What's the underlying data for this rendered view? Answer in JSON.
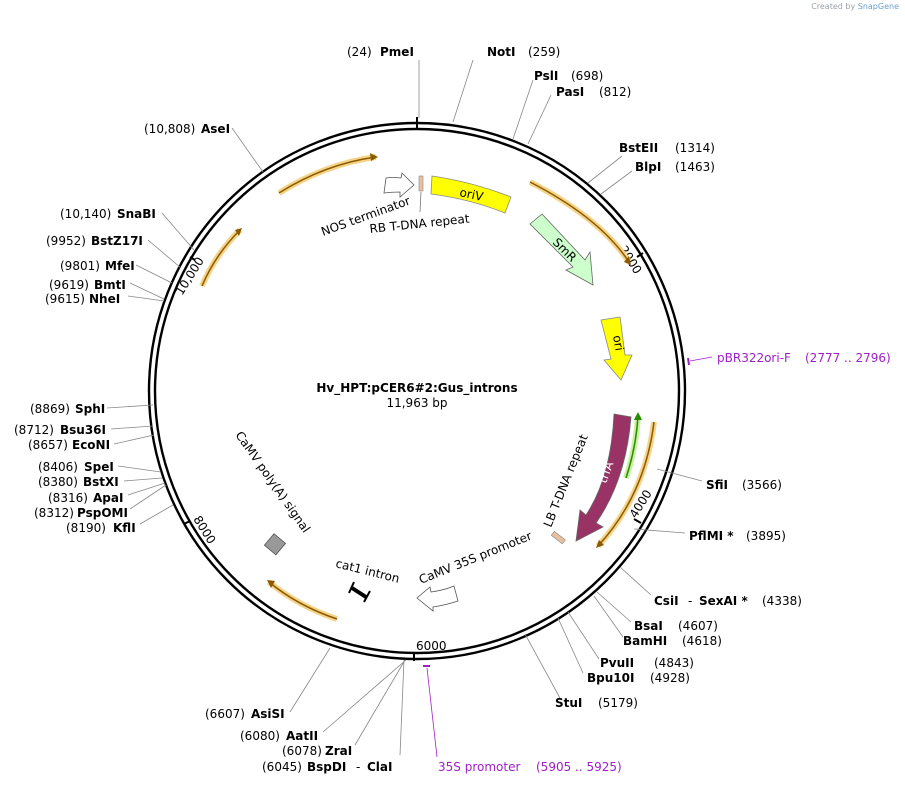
{
  "brand": {
    "created_by": "Created by",
    "app": "SnapGene"
  },
  "plasmid": {
    "name": "Hv_HPT:pCER6#2:Gus_introns",
    "size": "11,963 bp"
  },
  "ticks": [
    {
      "label": "2000"
    },
    {
      "label": "4000"
    },
    {
      "label": "6000"
    },
    {
      "label": "8000"
    },
    {
      "label": "10,000"
    }
  ],
  "enzymes": [
    {
      "pos": "(24)",
      "name": "PmeI"
    },
    {
      "pos": "(259)",
      "name": "NotI"
    },
    {
      "pos": "(698)",
      "name": "PslI"
    },
    {
      "pos": "(812)",
      "name": "PasI"
    },
    {
      "pos": "(1314)",
      "name": "BstEII"
    },
    {
      "pos": "(1463)",
      "name": "BlpI"
    },
    {
      "pos": "(3566)",
      "name": "SfiI"
    },
    {
      "pos": "(3895)",
      "name": "PflMI *"
    },
    {
      "pos": "(4338)",
      "name": "CsiI",
      "name2": "SexAI *",
      "sep": "-"
    },
    {
      "pos": "(4607)",
      "name": "BsaI"
    },
    {
      "pos": "(4618)",
      "name": "BamHI"
    },
    {
      "pos": "(4843)",
      "name": "PvuII"
    },
    {
      "pos": "(4928)",
      "name": "Bpu10I"
    },
    {
      "pos": "(5179)",
      "name": "StuI"
    },
    {
      "pos": "(6045)",
      "name": "BspDI",
      "name2": "ClaI",
      "sep": "-"
    },
    {
      "pos": "(6078)",
      "name": "ZraI"
    },
    {
      "pos": "(6080)",
      "name": "AatII"
    },
    {
      "pos": "(6607)",
      "name": "AsiSI"
    },
    {
      "pos": "(8190)",
      "name": "KflI"
    },
    {
      "pos": "(8312)",
      "name": "PspOMI"
    },
    {
      "pos": "(8316)",
      "name": "ApaI"
    },
    {
      "pos": "(8380)",
      "name": "BstXI"
    },
    {
      "pos": "(8406)",
      "name": "SpeI"
    },
    {
      "pos": "(8657)",
      "name": "EcoNI"
    },
    {
      "pos": "(8712)",
      "name": "Bsu36I"
    },
    {
      "pos": "(8869)",
      "name": "SphI"
    },
    {
      "pos": "(9615)",
      "name": "NheI"
    },
    {
      "pos": "(9619)",
      "name": "BmtI"
    },
    {
      "pos": "(9801)",
      "name": "MfeI"
    },
    {
      "pos": "(9952)",
      "name": "BstZ17I"
    },
    {
      "pos": "(10,140)",
      "name": "SnaBI"
    },
    {
      "pos": "(10,808)",
      "name": "AseI"
    }
  ],
  "primers": [
    {
      "name": "pBR322ori-F",
      "range": "(2777 .. 2796)"
    },
    {
      "name": "35S promoter",
      "range": "(5905 .. 5925)"
    }
  ],
  "features": [
    {
      "name": "oriV",
      "color": "#ffff00"
    },
    {
      "name": "SmR",
      "color": "#ccffcc"
    },
    {
      "name": "ori",
      "color": "#ffff00"
    },
    {
      "name": "trfA",
      "color": "#993366"
    },
    {
      "name": "LB T-DNA repeat",
      "color": "#e8c0a0"
    },
    {
      "name": "CaMV 35S promoter",
      "color": "#ffffff"
    },
    {
      "name": "cat1 intron",
      "color": "#000000"
    },
    {
      "name": "CaMV poly(A) signal",
      "color": "#999999"
    },
    {
      "name": "NOS terminator",
      "color": "#ffffff"
    },
    {
      "name": "RB T-DNA repeat",
      "color": "#e8c0a0"
    }
  ],
  "colors": {
    "orf": "#8a5a00",
    "orf_glow": "#f5d48a",
    "primer": "#a020c8",
    "green_orf": "#2a8a00",
    "green_glow": "#c8f0a0"
  }
}
